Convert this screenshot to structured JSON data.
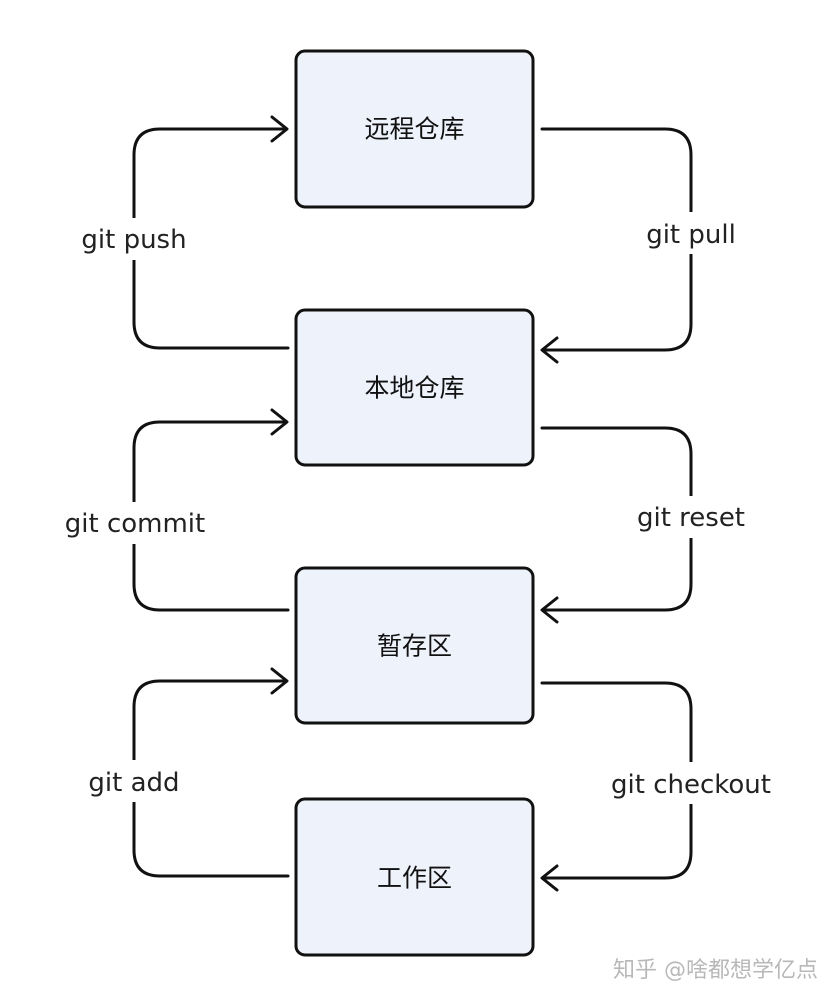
{
  "nodes": {
    "remote_repo": "远程仓库",
    "local_repo": "本地仓库",
    "staging_area": "暂存区",
    "working_dir": "工作区"
  },
  "edges": {
    "push": "git push",
    "pull": "git pull",
    "commit": "git commit",
    "reset": "git reset",
    "add": "git add",
    "checkout": "git checkout"
  },
  "watermark": "知乎 @啥都想学亿点",
  "colors": {
    "box_fill": "#eef2fb",
    "stroke": "#111111",
    "watermark": "#b8b8b8"
  }
}
